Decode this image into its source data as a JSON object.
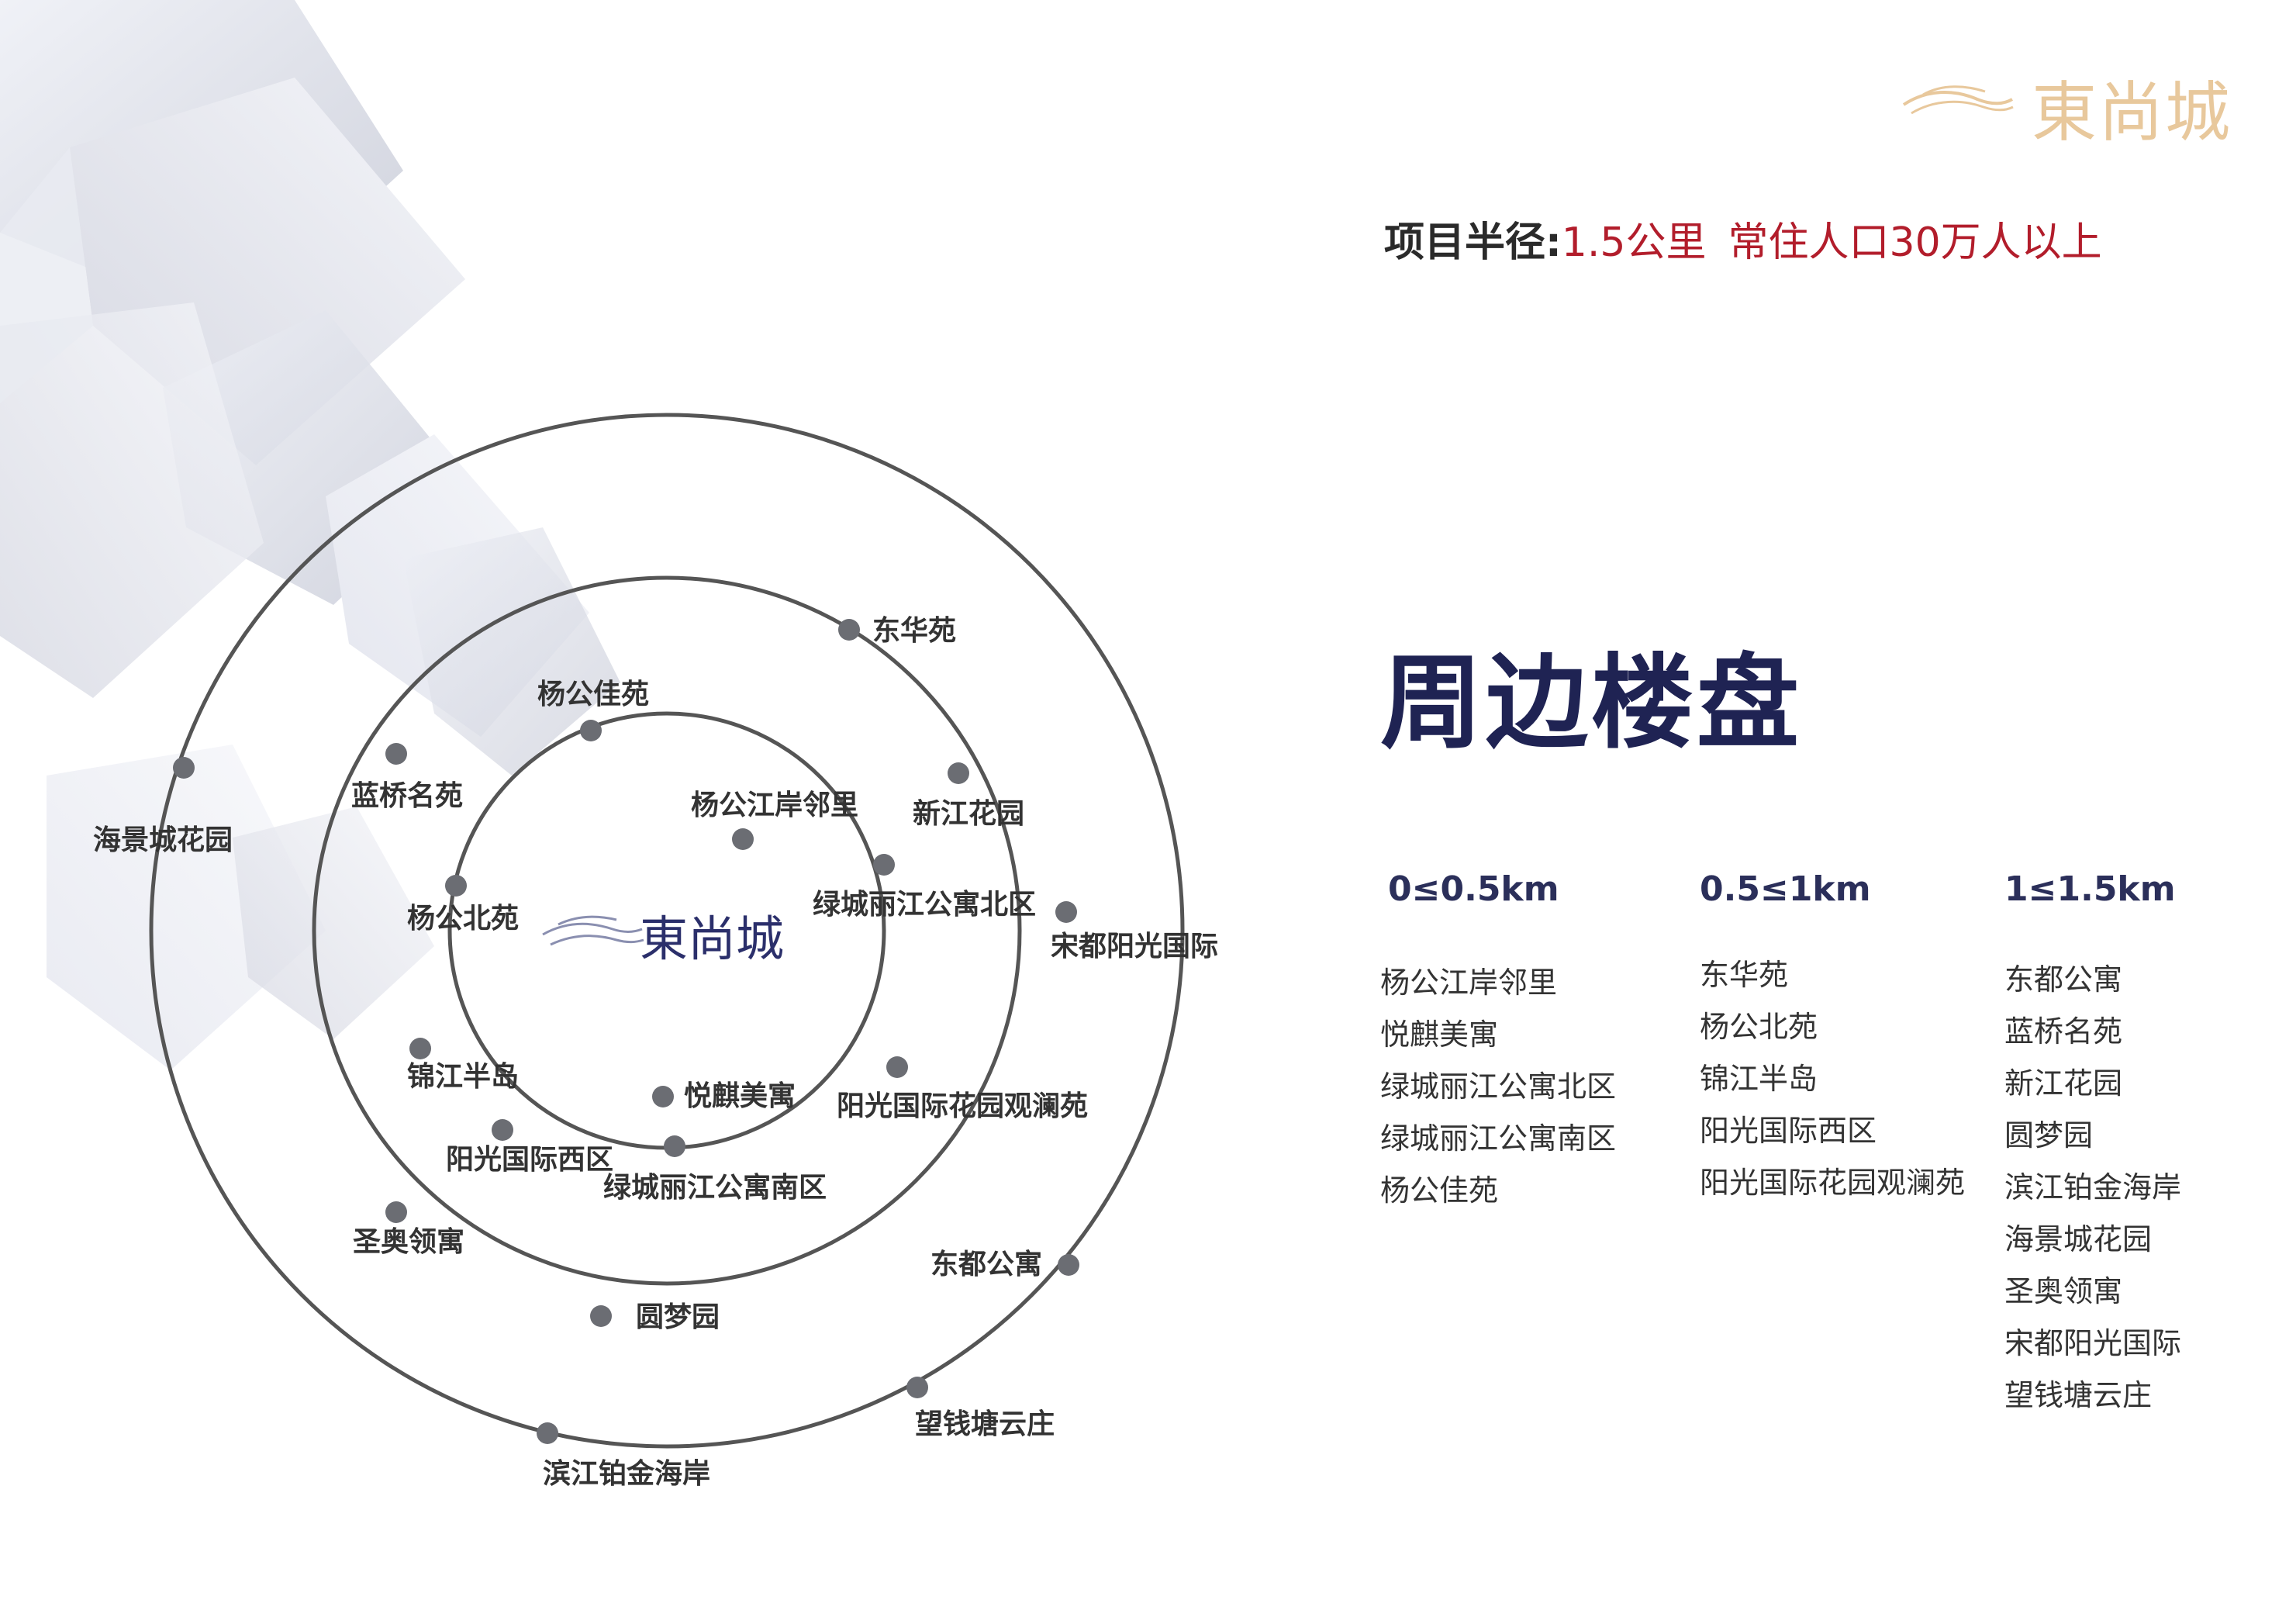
{
  "brand": {
    "logo_text": "東尚城",
    "logo_color": "#e8c89c",
    "center_text": "東尚城",
    "center_color": "#2b2f6b"
  },
  "headline": {
    "radius_label": "项目半径:",
    "radius_value": "1.5公里",
    "population": "常住人口30万人以上"
  },
  "section_title": "周边楼盘",
  "rings": [
    {
      "range": "0≤0.5km"
    },
    {
      "range": "0.5≤1km"
    },
    {
      "range": "1≤1.5km"
    }
  ],
  "diagram_labels": [
    {
      "name": "东华苑"
    },
    {
      "name": "杨公佳苑"
    },
    {
      "name": "蓝桥名苑"
    },
    {
      "name": "海景城花园"
    },
    {
      "name": "杨公江岸邻里"
    },
    {
      "name": "新江花园"
    },
    {
      "name": "绿城丽江公寓北区"
    },
    {
      "name": "宋都阳光国际"
    },
    {
      "name": "杨公北苑"
    },
    {
      "name": "锦江半岛"
    },
    {
      "name": "悦麒美寓"
    },
    {
      "name": "阳光国际花园观澜苑"
    },
    {
      "name": "阳光国际西区"
    },
    {
      "name": "绿城丽江公寓南区"
    },
    {
      "name": "圣奥领寓"
    },
    {
      "name": "东都公寓"
    },
    {
      "name": "圆梦园"
    },
    {
      "name": "望钱塘云庄"
    },
    {
      "name": "滨江铂金海岸"
    }
  ],
  "columns": [
    {
      "heading": "0≤0.5km",
      "items": [
        "杨公江岸邻里",
        "悦麒美寓",
        "绿城丽江公寓北区",
        "绿城丽江公寓南区",
        "杨公佳苑"
      ]
    },
    {
      "heading": "0.5≤1km",
      "items": [
        "东华苑",
        "杨公北苑",
        "锦江半岛",
        "阳光国际西区",
        "阳光国际花园观澜苑"
      ]
    },
    {
      "heading": "1≤1.5km",
      "items": [
        "东都公寓",
        "蓝桥名苑",
        "新江花园",
        "圆梦园",
        "滨江铂金海岸",
        "海景城花园",
        "圣奥领寓",
        "宋都阳光国际",
        "望钱塘云庄"
      ]
    }
  ],
  "colors": {
    "title": "#1f2353",
    "accent_red": "#b21d2b",
    "ring_stroke": "#555555",
    "dot": "#6b6d73"
  }
}
